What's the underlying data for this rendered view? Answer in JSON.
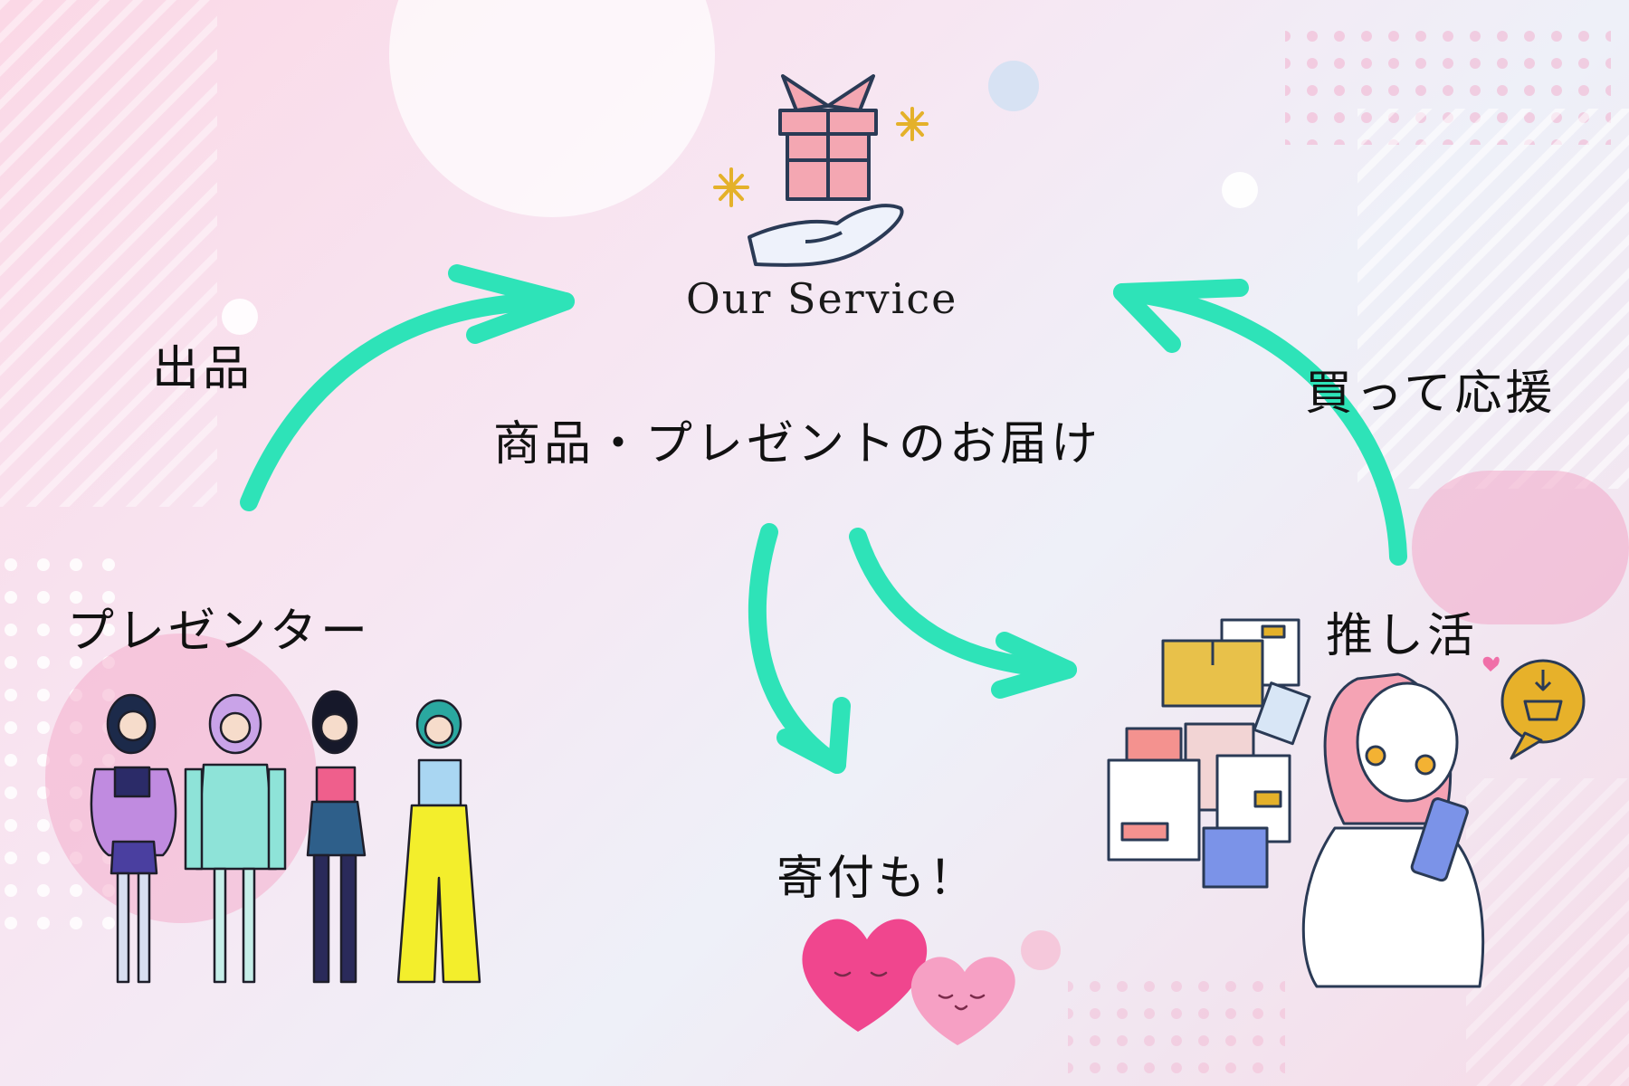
{
  "nodes": {
    "service": {
      "label": "Our Service",
      "icon": "gift-on-hand-icon"
    },
    "delivery": {
      "label": "商品・プレゼントのお届け"
    },
    "listing": {
      "label": "出品"
    },
    "buy_support": {
      "label": "買って応援"
    },
    "presenter": {
      "label": "プレゼンター",
      "icon": "idol-group-icon"
    },
    "oshikatsu": {
      "label": "推し活",
      "icon": "shopping-woman-icon"
    },
    "donation": {
      "label": "寄付も！",
      "icon": "hearts-icon"
    }
  },
  "colors": {
    "arrow": "#2ee3b8",
    "accent_pink": "#f06fa8",
    "accent_blue": "#9fc9ee"
  }
}
